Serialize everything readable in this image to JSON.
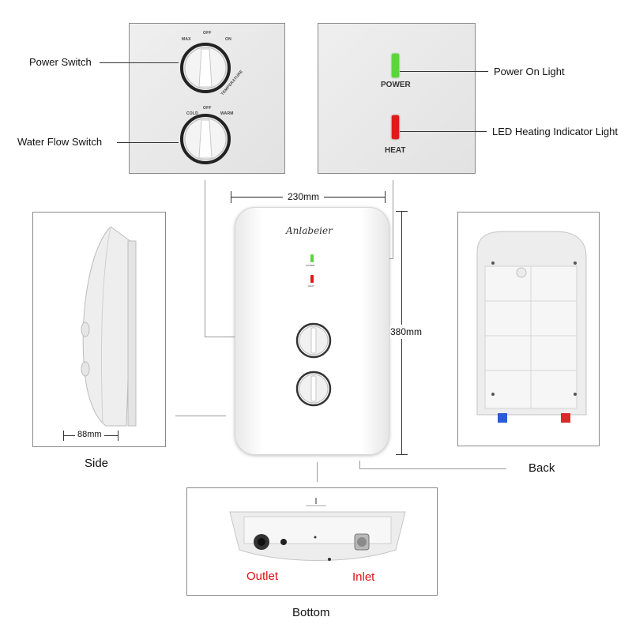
{
  "callouts": {
    "power_switch": "Power Switch",
    "water_flow_switch": "Water Flow Switch",
    "power_on_light": "Power On Light",
    "led_heating": "LED Heating Indicator Light"
  },
  "dial_power": {
    "max": "MAX",
    "off": "OFF",
    "on": "ON",
    "temp": "TEMPERATURE"
  },
  "dial_flow": {
    "cold": "COLD",
    "off": "OFF",
    "warm": "WARM"
  },
  "indicators": {
    "power": "POWER",
    "heat": "HEAT"
  },
  "front": {
    "brand": "Anlabeier",
    "width": "230mm",
    "height": "380mm",
    "small_power": "POWER",
    "small_heat": "HEAT"
  },
  "side": {
    "depth": "88mm",
    "caption": "Side"
  },
  "back": {
    "caption": "Back"
  },
  "bottom": {
    "caption": "Bottom",
    "outlet": "Outlet",
    "inlet": "Inlet"
  },
  "colors": {
    "power_led": "#5bd63a",
    "heat_led": "#e01a1a",
    "caption_red": "#e01010"
  }
}
